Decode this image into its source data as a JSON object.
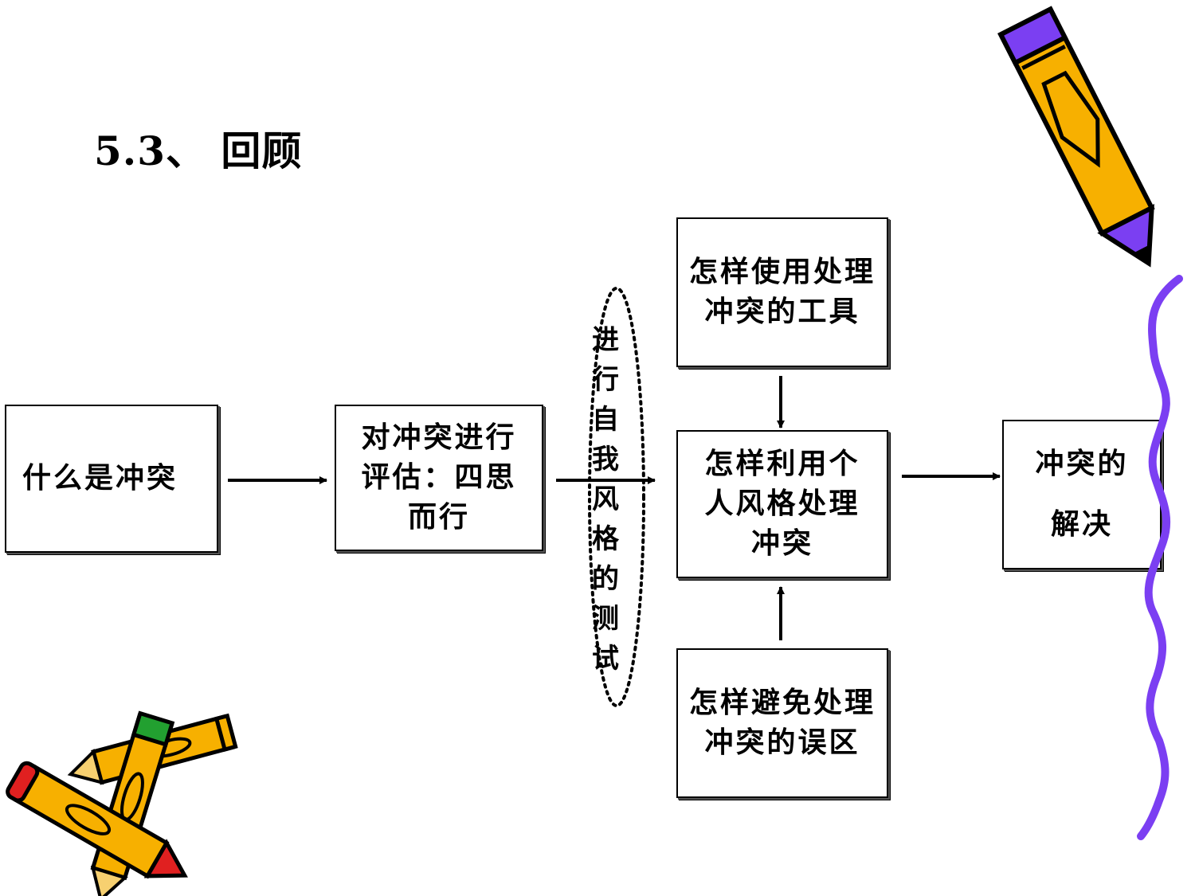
{
  "title": "5.3、 回顾",
  "nodes": {
    "what_is_conflict": "什么是冲突",
    "evaluate": "对冲突进行\n评估：四思\n而行",
    "tools": "怎样使用处理\n冲突的工具",
    "personal_style": "怎样利用个\n人风格处理\n冲突",
    "avoid_pitfalls": "怎样避免处理\n冲突的误区",
    "resolution": "冲突的\n解决"
  },
  "self_test_label": "进行自我风格的测试",
  "decorations": [
    "pencil-icon",
    "crossed-pencils-icon",
    "wavy-line"
  ],
  "colors": {
    "pencil_body": "#F7B000",
    "pencil_eraser": "#7B3FF2",
    "wave": "#7B3FF2",
    "red_tip": "#E02020",
    "green_tip": "#22A030"
  }
}
